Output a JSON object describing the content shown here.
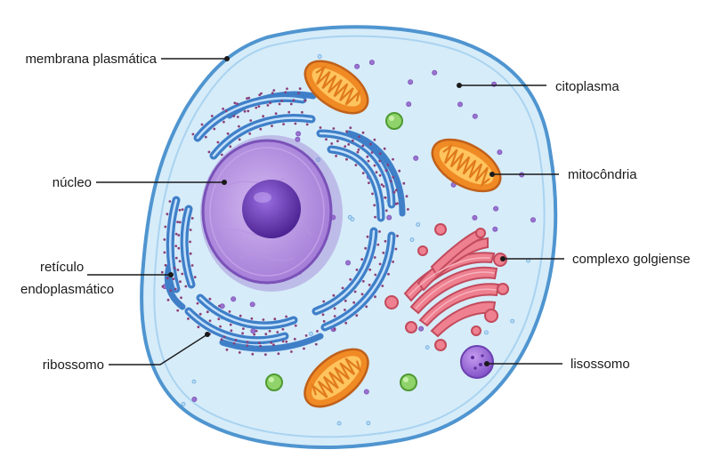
{
  "labels": {
    "membrana": "membrana plasmática",
    "nucleo": "núcleo",
    "reticulo_line1": "retículo",
    "reticulo_line2": "endoplasmático",
    "ribossomo": "ribossomo",
    "citoplasma": "citoplasma",
    "mitocondria": "mitocôndria",
    "golgi": "complexo golgiense",
    "lisossomo": "lisossomo"
  },
  "colors": {
    "membrane_fill": "#d6ecf9",
    "membrane_stroke": "#4f95d0",
    "nucleus_outer": "#b48fdc",
    "nucleolus": "#6a3fb0",
    "er": "#5f9ee0",
    "mitochondria": "#f08a24",
    "golgi": "#e8707e",
    "lysosome": "#9b6bd6",
    "vesicle_green": "#8fd36a"
  }
}
